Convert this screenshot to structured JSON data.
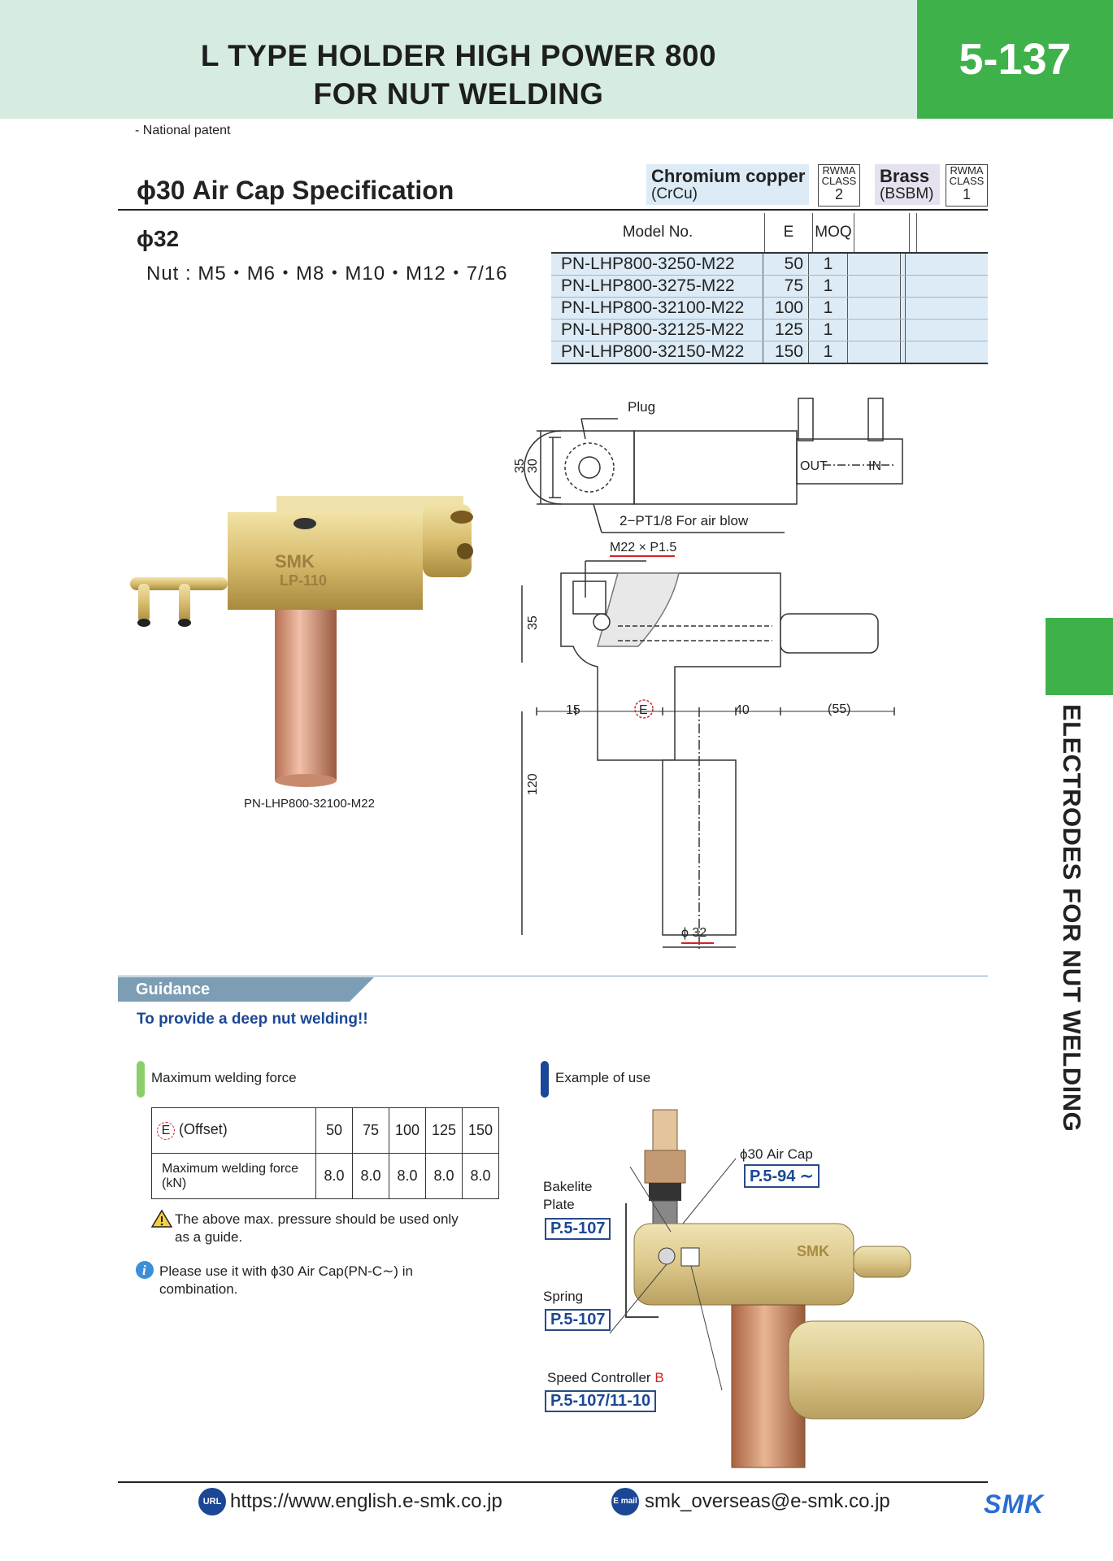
{
  "header": {
    "title_line1": "L TYPE HOLDER HIGH POWER 800",
    "title_line2": "FOR NUT WELDING",
    "page_number": "5-137"
  },
  "side_label": "ELECTRODES FOR NUT WELDING",
  "note_patent": "- National patent",
  "spec": {
    "title": "ϕ30  Air Cap Specification",
    "diameter": "ϕ32",
    "nut_sizes": "Nut : M5・M6・M8・M10・M12・7/16"
  },
  "materials": [
    {
      "name": "Chromium copper",
      "code": "(CrCu)",
      "rwma": "RWMA",
      "class_label": "CLASS",
      "class_value": "2"
    },
    {
      "name": "Brass",
      "code": "(BSBM)",
      "rwma": "RWMA",
      "class_label": "CLASS",
      "class_value": "1"
    }
  ],
  "model_table": {
    "headers": [
      "Model No.",
      "E",
      "MOQ"
    ],
    "rows": [
      {
        "model": "PN-LHP800-3250-M22",
        "e": "50",
        "moq": "1"
      },
      {
        "model": "PN-LHP800-3275-M22",
        "e": "75",
        "moq": "1"
      },
      {
        "model": "PN-LHP800-32100-M22",
        "e": "100",
        "moq": "1"
      },
      {
        "model": "PN-LHP800-32125-M22",
        "e": "125",
        "moq": "1"
      },
      {
        "model": "PN-LHP800-32150-M22",
        "e": "150",
        "moq": "1"
      }
    ]
  },
  "photo_caption": "PN-LHP800-32100-M22",
  "photo_logo": "SMK",
  "photo_mark": "LP-110",
  "drawing": {
    "plug": "Plug",
    "dim_35_top": "35",
    "dim_30": "30",
    "out": "OUT",
    "in": "IN",
    "air_blow": "2−PT1/8  For air blow",
    "thread": "M22 × P1.5",
    "dim_35_side": "35",
    "dim_15": "15",
    "dim_e": "E",
    "dim_40": "40",
    "dim_55": "(55)",
    "dim_120": "120",
    "dim_phi32": "ϕ 32"
  },
  "guidance": {
    "heading": "Guidance",
    "subtitle": "To provide a deep nut welding!!",
    "force_heading": "Maximum welding force",
    "example_heading": "Example of use",
    "force_table": {
      "row1_label": "(Offset)",
      "row1_circle": "E",
      "offsets": [
        "50",
        "75",
        "100",
        "125",
        "150"
      ],
      "row2_label_1": "Maximum welding force",
      "row2_label_2": "(kN)",
      "forces": [
        "8.0",
        "8.0",
        "8.0",
        "8.0",
        "8.0"
      ]
    },
    "warning_1": "The above max. pressure should be used only",
    "warning_2": "as a guide.",
    "info_1": "Please use it with ϕ30 Air Cap(PN-C∼) in",
    "info_2": "combination."
  },
  "example": {
    "air_cap_label": "ϕ30 Air Cap",
    "air_cap_ref": "P.5-94 ∼",
    "bakelite_1": "Bakelite",
    "bakelite_2": "Plate",
    "bakelite_ref": "P.5-107",
    "spring": "Spring",
    "spring_ref": "P.5-107",
    "speed_label": "Speed Controller",
    "speed_suffix": "B",
    "speed_ref": "P.5-107/11-10",
    "logo": "SMK"
  },
  "footer": {
    "url_badge": "URL",
    "url": "https://www.english.e-smk.co.jp",
    "mail_badge": "E mail",
    "email": "smk_overseas@e-smk.co.jp",
    "logo": "SMK"
  },
  "colors": {
    "header_band": "#d6ece0",
    "accent_green": "#3fb14a",
    "table_stripe": "#dcebf6",
    "guidance_band": "#7d9db4",
    "ref_blue": "#1c4796",
    "highlight_red": "#d0222a",
    "brass": "#d9c07a",
    "copper": "#c98a6a"
  }
}
